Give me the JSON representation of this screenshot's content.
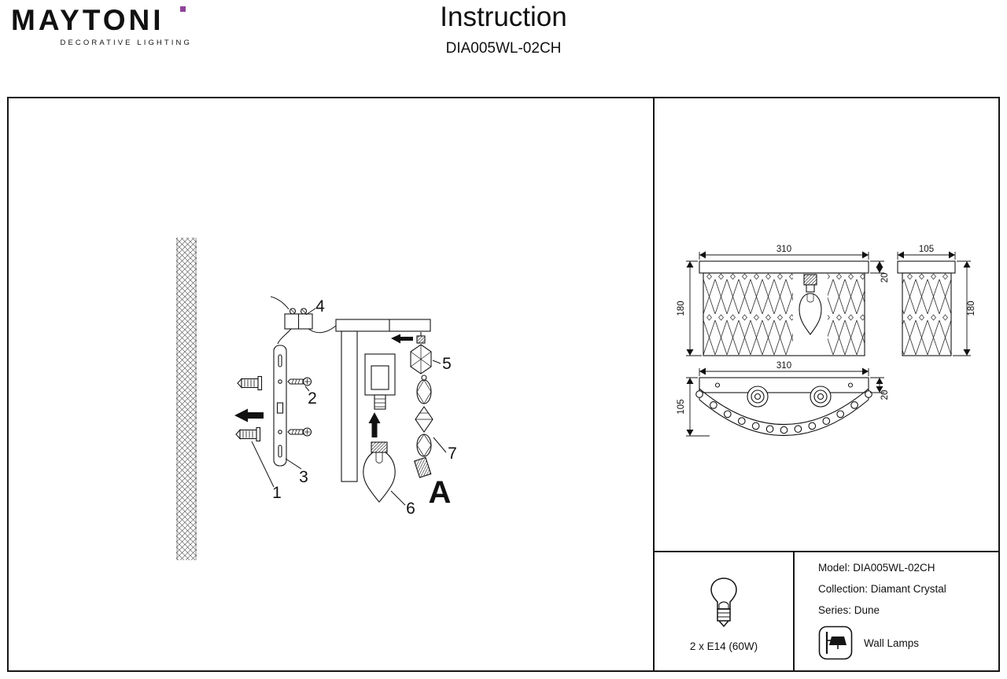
{
  "header": {
    "brand": "MAYTONI",
    "tagline": "DECORATIVE LIGHTING",
    "title": "Instruction",
    "model_code": "DIA005WL-02CH"
  },
  "installation": {
    "n1": "1",
    "n2": "2",
    "n3": "3",
    "n4": "4",
    "n5": "5",
    "n6": "6",
    "n7": "7",
    "detail": "A"
  },
  "dims": {
    "front_width": "310",
    "front_height": "180",
    "front_plate": "20",
    "side_width": "105",
    "side_height": "180",
    "plan_width": "310",
    "plan_depth": "105",
    "plan_plate": "20"
  },
  "specs": {
    "bulb": "2 x E14 (60W)",
    "model": "Model: DIA005WL-02CH",
    "collection": "Collection: Diamant Crystal",
    "series": "Series: Dune",
    "type": "Wall Lamps"
  },
  "colors": {
    "brand_dot": "#8e4399",
    "line": "#161616"
  }
}
